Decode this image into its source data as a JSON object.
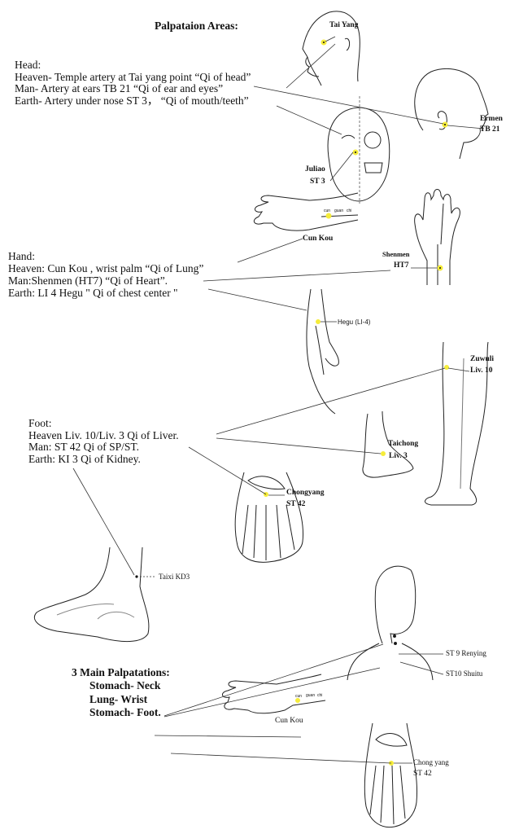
{
  "title": "Palpataion Areas:",
  "head": {
    "heading": "Head:",
    "lines": [
      "Heaven- Temple artery at Tai yang point “Qi of head”",
      "Man- Artery at ears TB 21 “Qi of ear and eyes”",
      "Earth- Artery under nose ST 3， “Qi of mouth/teeth”"
    ],
    "labels": {
      "taiyang": "Tai Yang",
      "ermen": "Ermen",
      "tb21": "TB 21",
      "juliao": "Juliao",
      "st3": "ST 3"
    }
  },
  "hand": {
    "heading": "Hand:",
    "lines": [
      "Heaven: Cun Kou , wrist palm “Qi of Lung”",
      "Man:Shenmen (HT7) “Qi of Heart”.",
      "Earth: LI 4 Hegu  \" Qi of chest center \""
    ],
    "labels": {
      "cunkou": "Cun Kou",
      "cun": "cun",
      "guan": "guan",
      "chi": "chi",
      "shenmen": "Shenmen",
      "ht7": "HT7",
      "hegu": "Hegu (LI-4)"
    }
  },
  "foot": {
    "heading": "Foot:",
    "lines": [
      "Heaven Liv. 10/Liv. 3 Qi of Liver.",
      "Man: ST 42 Qi of SP/ST.",
      "Earth: KI 3 Qi of Kidney."
    ],
    "labels": {
      "zuwuli": "Zuwuli",
      "liv10": "Liv. 10",
      "taichong": "Taichong",
      "liv3": "Liv. 3",
      "chongyang": "Chongyang",
      "st42": "ST 42",
      "taixi": "Taixi KD3"
    }
  },
  "main": {
    "heading": "3 Main Palpatations:",
    "lines": [
      "Stomach- Neck",
      "Lung- Wrist",
      "Stomach- Foot."
    ],
    "labels": {
      "st9": "ST 9 Renying",
      "st10": "ST10 Shuitu",
      "cunkou": "Cun Kou",
      "cun": "cun",
      "guan": "guan",
      "chi": "chi",
      "chongyang": "Chong yang",
      "st42": "ST 42"
    }
  },
  "colors": {
    "point": "#f5ec3a",
    "ink": "#111111"
  }
}
